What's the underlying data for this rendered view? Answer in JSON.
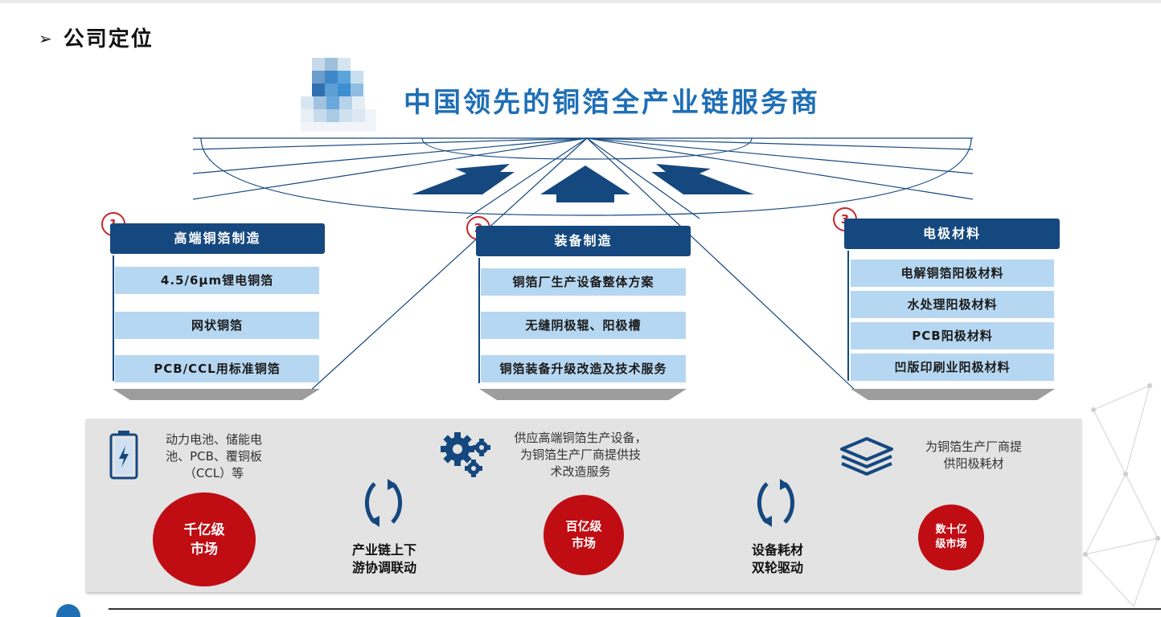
{
  "section": {
    "arrow": "➢",
    "title": "公司定位"
  },
  "headline": "中国领先的铜箔全产业链服务商",
  "columns": [
    {
      "number": "1",
      "title": "高端铜箔制造",
      "items": [
        "4.5/6μm锂电铜箔",
        "网状铜箔",
        "PCB/CCL用标准铜箔"
      ]
    },
    {
      "number": "2",
      "title": "装备制造",
      "items": [
        "铜箔厂生产设备整体方案",
        "无缝阴极辊、阳极槽",
        "铜箔装备升级改造及技术服务"
      ]
    },
    {
      "number": "3",
      "title": "电极材料",
      "items": [
        "电解铜箔阳极材料",
        "水处理阳极材料",
        "PCB阳极材料",
        "凹版印刷业阳极材料"
      ]
    }
  ],
  "markets": [
    {
      "desc": [
        "动力电池、储能电",
        "池、PCB、覆铜板",
        "（CCL）等"
      ],
      "circle": "千亿级\n市场",
      "icon": "battery-icon"
    },
    {
      "desc": [
        "供应高端铜箔生产设备，",
        "为铜箔生产厂商提供技",
        "术改造服务"
      ],
      "circle": "百亿级\n市场",
      "icon": "gears-icon"
    },
    {
      "desc": [
        "为铜箔生产厂商提",
        "供阳极耗材"
      ],
      "circle": "数十亿\n级市场",
      "icon": "layers-icon"
    }
  ],
  "cycles": [
    {
      "label": "产业链上下\n游协调联动",
      "icon": "cycle-icon"
    },
    {
      "label": "设备耗材\n双轮驱动",
      "icon": "cycle-icon"
    }
  ],
  "colors": {
    "navy": "#15487f",
    "light_blue": "#b6d7f2",
    "red": "#bf0d13",
    "title_blue": "#1f6fb5"
  }
}
